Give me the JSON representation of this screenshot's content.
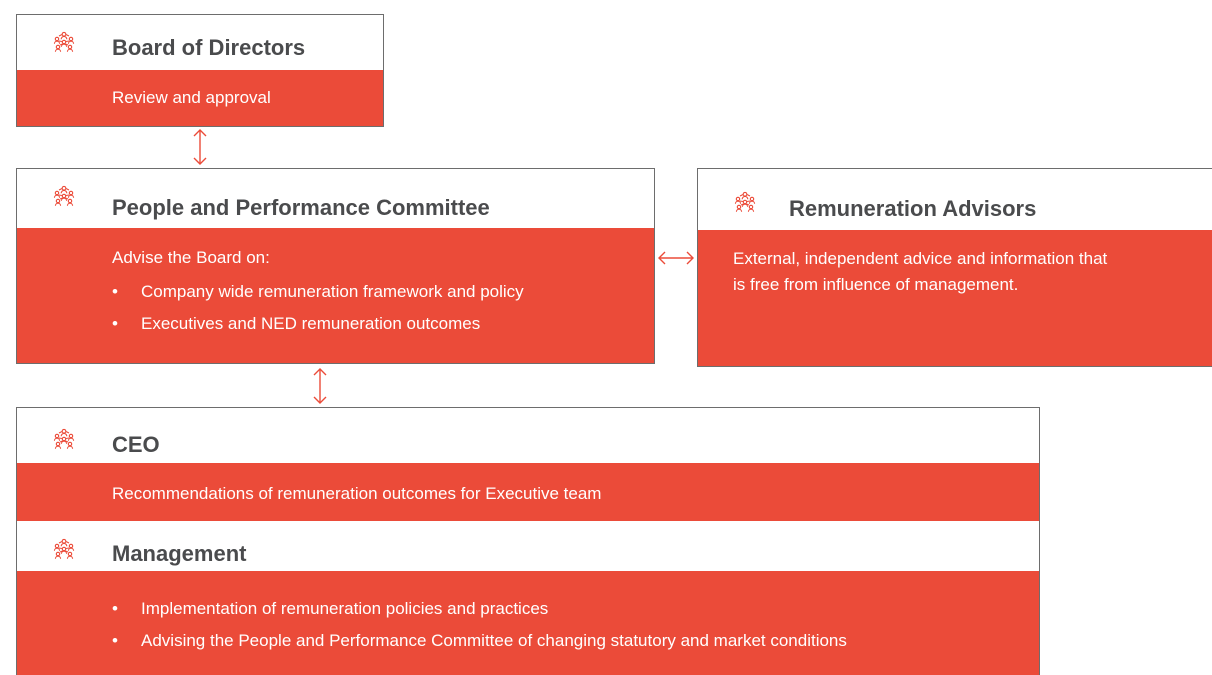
{
  "colors": {
    "accent": "#eb4b39",
    "title": "#4a4b4d",
    "border": "#6d6d6d"
  },
  "board": {
    "icon": "people-network-icon",
    "title": "Board of Directors",
    "text": "Review and approval"
  },
  "committee": {
    "icon": "people-network-icon",
    "title": "People and Performance Committee",
    "intro": "Advise the Board on:",
    "bullets": [
      "Company wide remuneration framework and policy",
      "Executives and NED remuneration outcomes"
    ]
  },
  "advisors": {
    "icon": "people-network-icon",
    "title": "Remuneration Advisors",
    "text_line1": "External, independent advice and information that",
    "text_line2": "is free from influence of management."
  },
  "ceo": {
    "icon": "people-network-icon",
    "title": "CEO",
    "text": "Recommendations of remuneration outcomes for Executive team"
  },
  "management": {
    "icon": "people-network-icon",
    "title": "Management",
    "bullets": [
      "Implementation of remuneration policies and practices",
      "Advising the People and Performance Committee of changing statutory and market conditions"
    ]
  },
  "bullet_char": "•"
}
